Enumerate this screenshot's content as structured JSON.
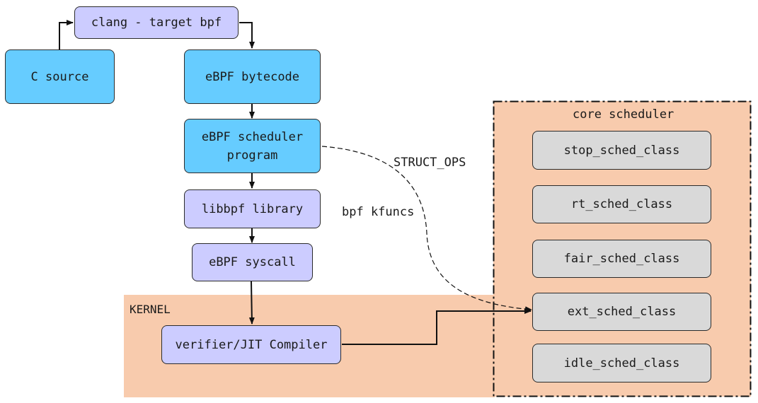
{
  "regions": {
    "kernel": "KERNEL",
    "core_scheduler": "core scheduler"
  },
  "nodes": {
    "clang": "clang - target bpf",
    "c_source": "C source",
    "bytecode": "eBPF bytecode",
    "scheduler_program": "eBPF scheduler\nprogram",
    "libbpf": "libbpf library",
    "syscall": "eBPF syscall",
    "verifier": "verifier/JIT Compiler",
    "stop_sched": "stop_sched_class",
    "rt_sched": "rt_sched_class",
    "fair_sched": "fair_sched_class",
    "ext_sched": "ext_sched_class",
    "idle_sched": "idle_sched_class"
  },
  "edge_labels": {
    "struct_ops": "STRUCT_OPS",
    "kfuncs": "bpf kfuncs"
  },
  "colors": {
    "region_fill": "#f8cbad",
    "primary_node": "#66ccff",
    "secondary_node": "#ccccff",
    "sched_class_node": "#d9d9d9"
  }
}
